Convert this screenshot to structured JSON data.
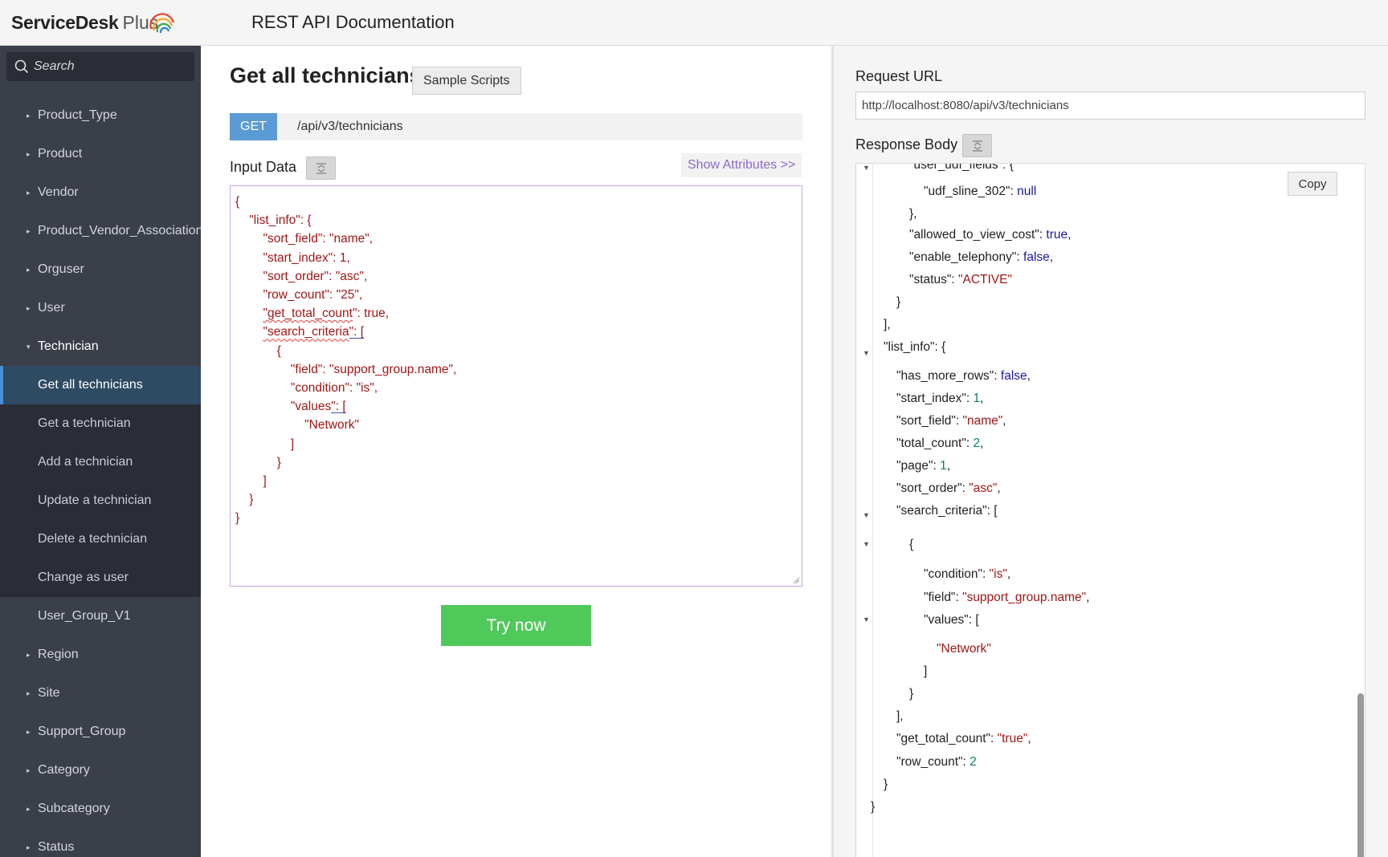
{
  "header": {
    "brand": "ServiceDesk",
    "brand_suffix": "Plus",
    "title": "REST API Documentation"
  },
  "sidebar": {
    "search_placeholder": "Search",
    "items": [
      {
        "label": "Product_Type"
      },
      {
        "label": "Product"
      },
      {
        "label": "Vendor"
      },
      {
        "label": "Product_Vendor_Association"
      },
      {
        "label": "Orguser"
      },
      {
        "label": "User"
      },
      {
        "label": "Technician"
      }
    ],
    "sub_items": [
      {
        "label": "Get all technicians"
      },
      {
        "label": "Get a technician"
      },
      {
        "label": "Add a technician"
      },
      {
        "label": "Update a technician"
      },
      {
        "label": "Delete a technician"
      },
      {
        "label": "Change as user"
      }
    ],
    "items_after": [
      {
        "label": "User_Group_V1"
      },
      {
        "label": "Region"
      },
      {
        "label": "Site"
      },
      {
        "label": "Support_Group"
      },
      {
        "label": "Category"
      },
      {
        "label": "Subcategory"
      },
      {
        "label": "Status"
      }
    ]
  },
  "main": {
    "title": "Get all technicians",
    "sample_scripts_label": "Sample Scripts",
    "method": "GET",
    "path": "/api/v3/technicians",
    "input_label": "Input Data",
    "show_attributes_label": "Show Attributes >>",
    "try_now_label": "Try now",
    "input_json": {
      "line_1": "{",
      "line_2": "\"list_info\": {",
      "line_3": "\"sort_field\": \"name\",",
      "line_4": "\"start_index\": 1,",
      "line_5": "\"sort_order\": \"asc\",",
      "line_6": "\"row_count\": \"25\",",
      "line_7a": "\"get_total_count",
      "line_7b": "\": true,",
      "line_8a": "\"search_criteria",
      "line_8b": "\": [",
      "line_9": "{",
      "line_10": "\"field\": \"support_group.name\",",
      "line_11": "\"condition\": \"is\",",
      "line_12a": "\"values",
      "line_12b": "\": [",
      "line_13": "\"Network\"",
      "line_14": "]",
      "line_15": "}",
      "line_16": "]",
      "line_17": "}",
      "line_18": "}"
    }
  },
  "right": {
    "request_url_label": "Request URL",
    "request_url": "http://localhost:8080/api/v3/technicians",
    "response_label": "Response Body",
    "copy_label": "Copy",
    "response": {
      "l1": "\"user_udf_fields\": {",
      "l2k": "\"udf_sline_302\": ",
      "l2v": "null",
      "l3": "},",
      "l4k": "\"allowed_to_view_cost\": ",
      "l4v": "true",
      "l4p": ",",
      "l5k": "\"enable_telephony\": ",
      "l5v": "false",
      "l5p": ",",
      "l6k": "\"status\": ",
      "l6v": "\"ACTIVE\"",
      "l7": "}",
      "l8": "],",
      "l9": "\"list_info\": {",
      "l10k": "\"has_more_rows\": ",
      "l10v": "false",
      "l10p": ",",
      "l11k": "\"start_index\": ",
      "l11v": "1",
      "l11p": ",",
      "l12k": "\"sort_field\": ",
      "l12v": "\"name\"",
      "l12p": ",",
      "l13k": "\"total_count\": ",
      "l13v": "2",
      "l13p": ",",
      "l14k": "\"page\": ",
      "l14v": "1",
      "l14p": ",",
      "l15k": "\"sort_order\": ",
      "l15v": "\"asc\"",
      "l15p": ",",
      "l16": "\"search_criteria\": [",
      "l17": "{",
      "l18k": "\"condition\": ",
      "l18v": "\"is\"",
      "l18p": ",",
      "l19k": "\"field\": ",
      "l19v": "\"support_group.name\"",
      "l19p": ",",
      "l20": "\"values\": [",
      "l21": "\"Network\"",
      "l22": "]",
      "l23": "}",
      "l24": "],",
      "l25k": "\"get_total_count\": ",
      "l25v": "\"true\"",
      "l25p": ",",
      "l26k": "\"row_count\": ",
      "l26v": "2",
      "l27": "}",
      "l28": "}"
    }
  }
}
